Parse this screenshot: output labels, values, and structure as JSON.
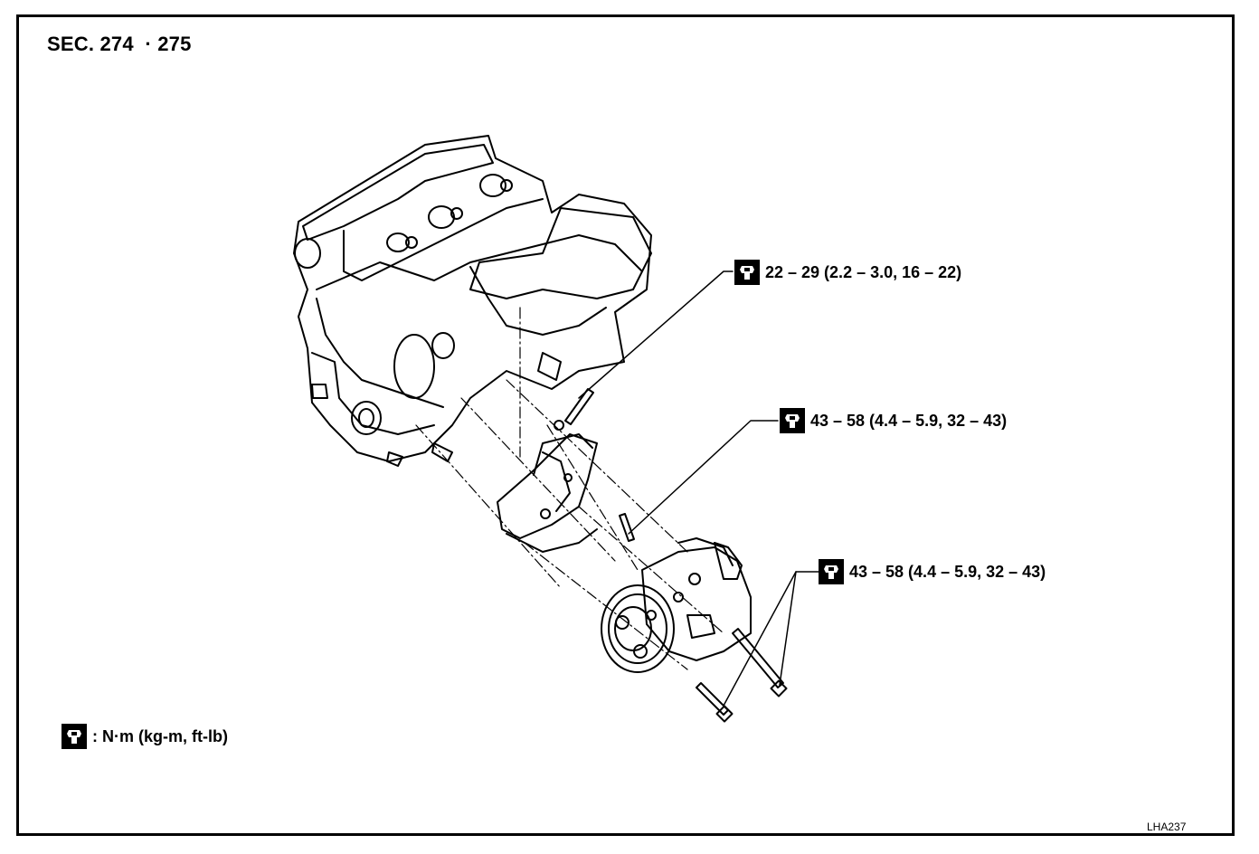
{
  "header": {
    "section": "SEC. 274  · 275"
  },
  "torque_icon": "torque-wrench-icon",
  "callouts": [
    {
      "text": "22 – 29 (2.2 – 3.0, 16 – 22)"
    },
    {
      "text": "43 – 58 (4.4 – 5.9, 32 – 43)"
    },
    {
      "text": "43 – 58 (4.4 – 5.9, 32 – 43)"
    }
  ],
  "legend": {
    "text": ": N·m (kg-m, ft-lb)"
  },
  "figure_code": "LHA237"
}
